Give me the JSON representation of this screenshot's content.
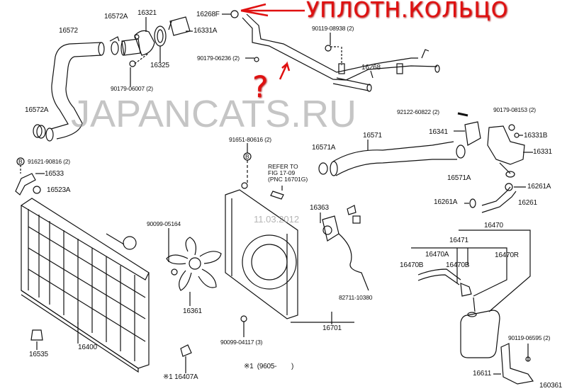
{
  "annotation": {
    "text": "УПЛОТН.КОЛЬЦО",
    "question": "?",
    "color": "#e01010"
  },
  "watermark": {
    "text": "JAPANCATS.RU",
    "date": "11.03.2012"
  },
  "refer_note": {
    "line1": "REFER TO",
    "line2": "FIG 17-09",
    "line3": "(PNC 16701G)"
  },
  "markers": {
    "b1": "B",
    "b2": "B"
  },
  "labels": {
    "p16572A_top": "16572A",
    "p16321": "16321",
    "p16268F": "16268F",
    "p16572": "16572",
    "p16331A": "16331A",
    "p90179_06236": "90179-06236 (2)",
    "p90119_08938": "90119-08938 (2)",
    "p16268": "16268",
    "p16325": "16325",
    "p90179_06007": "90179-06007 (2)",
    "p16572A_bottom": "16572A",
    "p92122_60822": "92122-60822 (2)",
    "p90179_08153": "90179-08153 (2)",
    "p16341": "16341",
    "p16331B": "16331B",
    "p16571": "16571",
    "p91651_80616": "91651-80616 (2)",
    "p16571A_left": "16571A",
    "p16331": "16331",
    "p91621_90816": "91621-90816 (2)",
    "p16533": "16533",
    "p16523A": "16523A",
    "p16571A_right": "16571A",
    "p16261A_right": "16261A",
    "p16261A_left": "16261A",
    "p16261": "16261",
    "p16363": "16363",
    "p90099_05164": "90099-05164",
    "p16470": "16470",
    "p16471": "16471",
    "p16470A": "16470A",
    "p16470R": "16470R",
    "p16470B_left": "16470B",
    "p16470B_right": "16470B",
    "p16361": "16361",
    "p82711_10380": "82711-10380",
    "p16701": "16701",
    "p16535": "16535",
    "p16400": "16400",
    "p90099_04117": "90099-04117 (3)",
    "p90119_06595": "90119-06595 (2)",
    "p16407A": "※1 16407A",
    "footnote": "※1  (9605-        )",
    "p16611": "16611",
    "figure_number": "160361"
  }
}
